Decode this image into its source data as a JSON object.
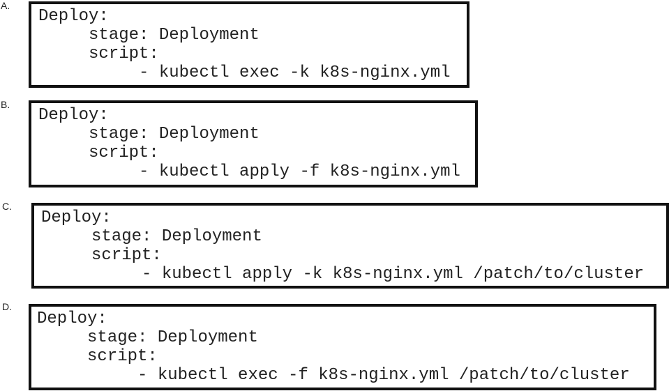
{
  "options": [
    {
      "label": "A.",
      "lines": [
        "Deploy:",
        "     stage: Deployment",
        "     script:",
        "          - kubectl exec -k k8s-nginx.yml"
      ]
    },
    {
      "label": "B.",
      "lines": [
        "Deploy:",
        "     stage: Deployment",
        "     script:",
        "          - kubectl apply -f k8s-nginx.yml"
      ]
    },
    {
      "label": "C.",
      "lines": [
        "Deploy:",
        "     stage: Deployment",
        "     script:",
        "          - kubectl apply -k k8s-nginx.yml /patch/to/cluster"
      ]
    },
    {
      "label": "D.",
      "lines": [
        "Deploy:",
        "     stage: Deployment",
        "     script:",
        "          - kubectl exec -f k8s-nginx.yml /patch/to/cluster"
      ]
    }
  ]
}
